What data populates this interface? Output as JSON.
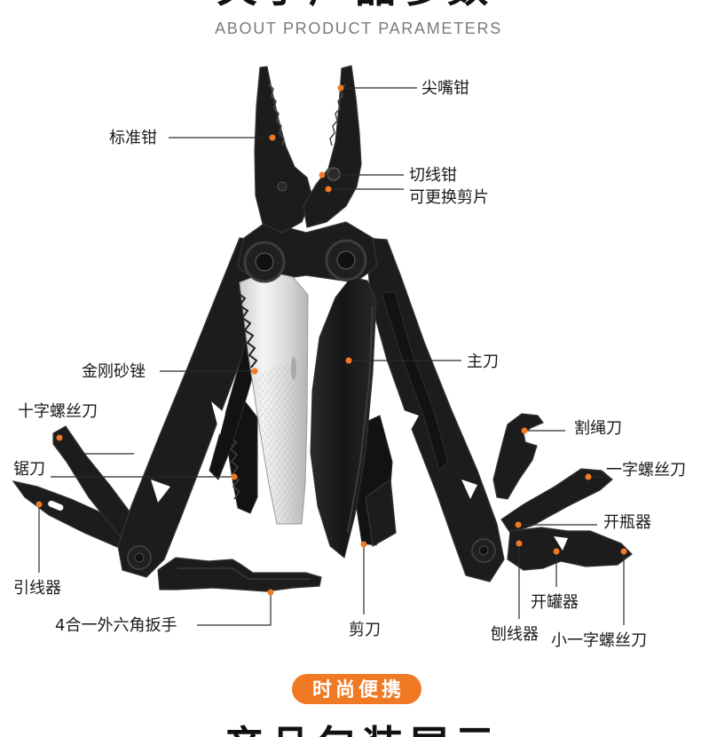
{
  "header": {
    "title": "关于产品参数",
    "subtitle": "ABOUT PRODUCT PARAMETERS"
  },
  "labels": {
    "needle_nose_pliers": "尖嘴钳",
    "standard_pliers": "标准钳",
    "wire_cutter": "切线钳",
    "replaceable_cutter": "可更换剪片",
    "diamond_file": "金刚砂锉",
    "main_knife": "主刀",
    "phillips_screwdriver": "十字螺丝刀",
    "saw": "锯刀",
    "wire_guide": "引线器",
    "hex_wrench": "4合一外六角扳手",
    "scissors": "剪刀",
    "rope_cutter": "割绳刀",
    "flat_screwdriver": "一字螺丝刀",
    "bottle_opener": "开瓶器",
    "can_opener": "开罐器",
    "wire_stripper": "刨线器",
    "small_flat_screwdriver": "小一字螺丝刀"
  },
  "footer": {
    "badge": "时尚便携",
    "next_title": "产品包装展示"
  },
  "colors": {
    "accent": "#f07a24",
    "metal": "#1c1c1c",
    "steel": "#d9d9d9",
    "subtitle": "#7a7a7a"
  }
}
